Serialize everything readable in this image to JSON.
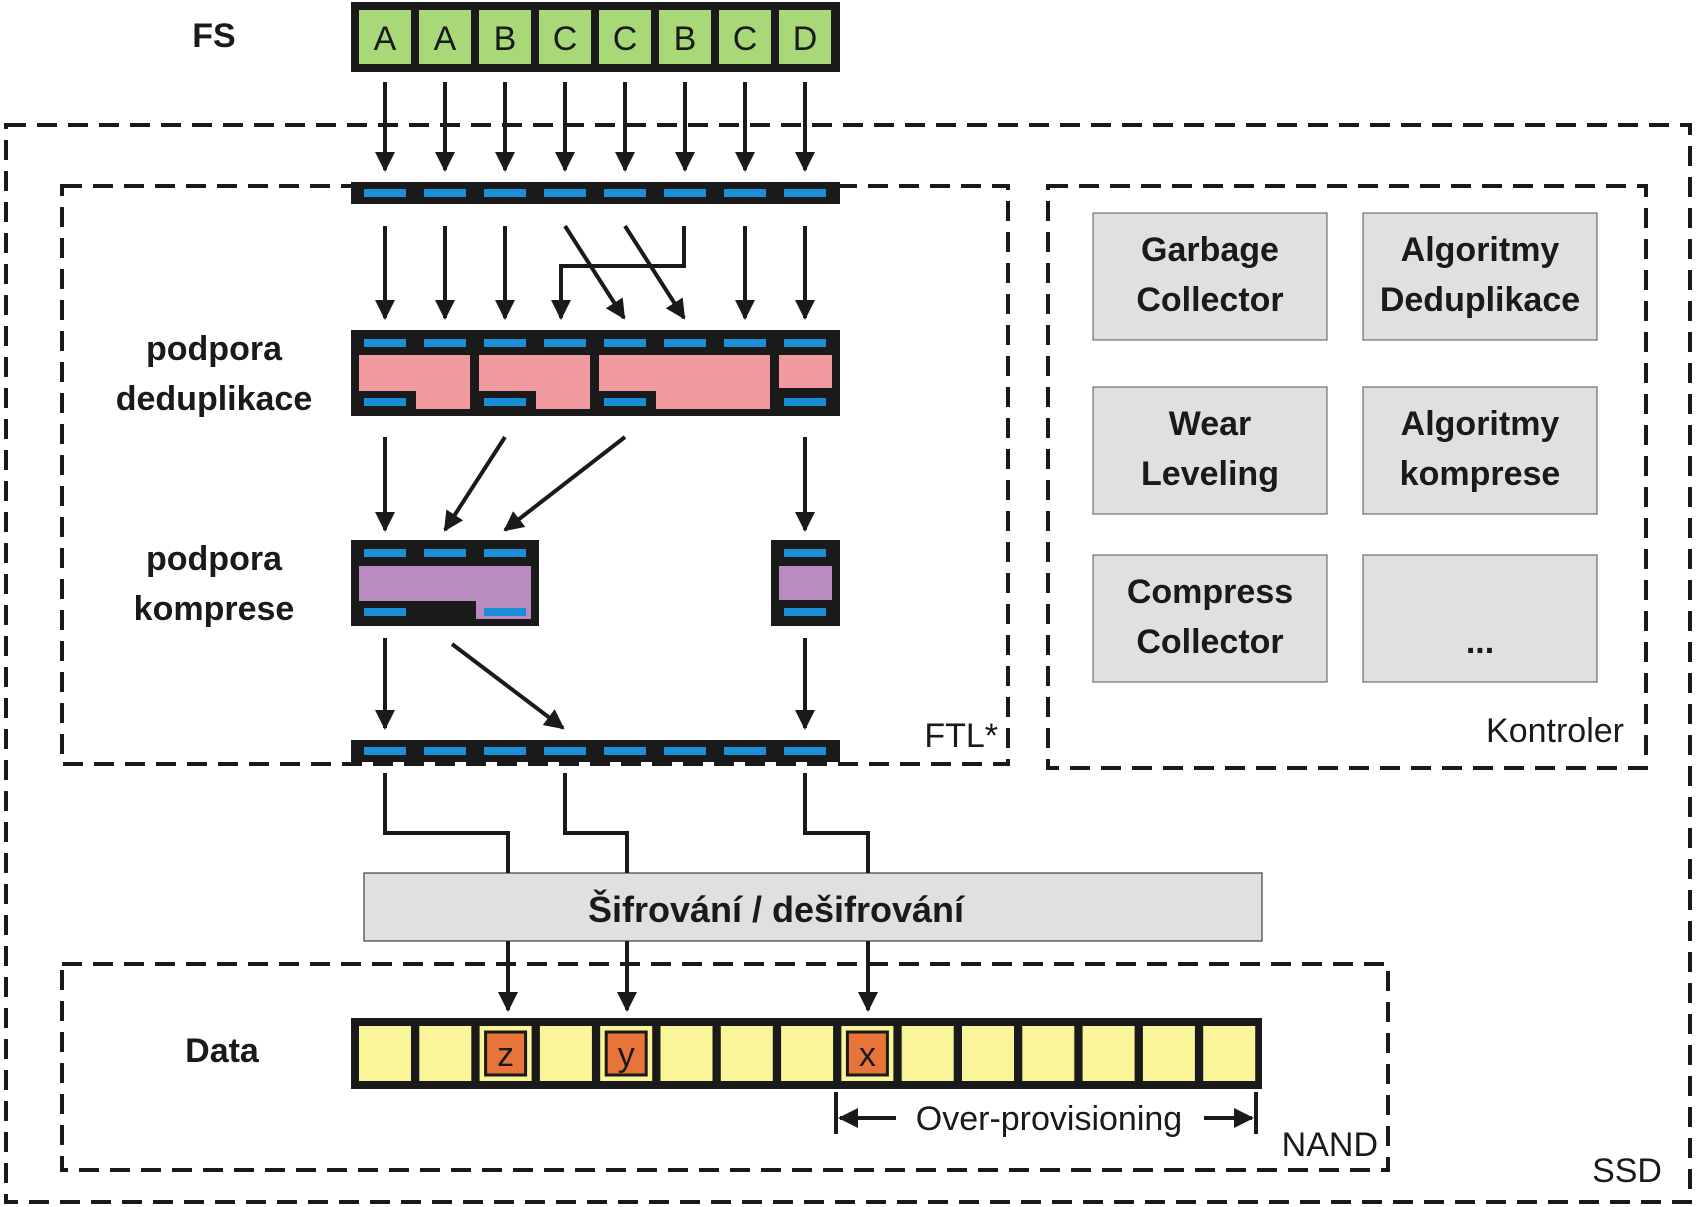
{
  "labels": {
    "fs": "FS",
    "ssd": "SSD",
    "ftl": "FTL*",
    "kontroler": "Kontroler",
    "nand": "NAND",
    "podpora_dedup": [
      "podpora",
      "deduplikace"
    ],
    "podpora_komprese": [
      "podpora",
      "komprese"
    ],
    "data": "Data",
    "encryption": "Šifrování / dešifrování",
    "over_provisioning": "Over-provisioning"
  },
  "fs_blocks": [
    "A",
    "A",
    "B",
    "C",
    "C",
    "B",
    "C",
    "D"
  ],
  "controller_modules": [
    [
      "Garbage",
      "Collector"
    ],
    [
      "Algoritmy",
      "Deduplikace"
    ],
    [
      "Wear",
      "Leveling"
    ],
    [
      "Algoritmy",
      "komprese"
    ],
    [
      "Compress",
      "Collector"
    ],
    [
      "..."
    ]
  ],
  "nand_cells": [
    "",
    "",
    "z",
    "",
    "y",
    "",
    "",
    "",
    "x",
    "",
    "",
    "",
    "",
    "",
    ""
  ],
  "colors": {
    "fs_block": "#a8d878",
    "slot": "#1a8fd8",
    "dedup_fill": "#f09aa0",
    "komprese_fill": "#b98cbf",
    "nand_cell": "#fbf59a",
    "nand_written": "#e8743a",
    "module_box": "#e0e0e0"
  }
}
